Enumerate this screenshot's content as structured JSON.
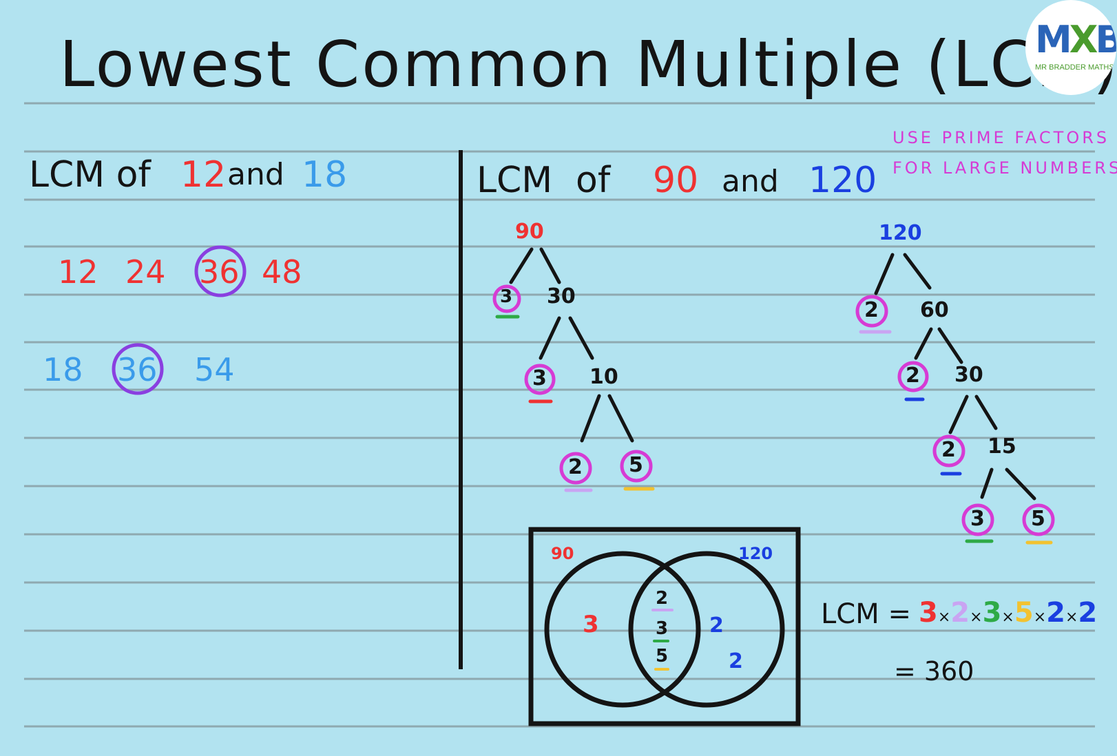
{
  "title": "Lowest Common Multiple (LCM)",
  "logo": {
    "mark_m": "M",
    "mark_x": "X",
    "mark_b": "B",
    "subtitle": "MR BRADDER MATHS"
  },
  "left": {
    "heading": {
      "prefix": "LCM of",
      "a": "12",
      "mid": "and",
      "b": "18"
    },
    "multiples_a": [
      "12",
      "24",
      "36",
      "48"
    ],
    "multiples_b": [
      "18",
      "36",
      "54"
    ],
    "circled_common": "36"
  },
  "right": {
    "heading": {
      "prefix": "LCM",
      "of": "of",
      "a": "90",
      "mid": "and",
      "b": "120"
    },
    "note_line1": "USE PRIME FACTORS",
    "note_line2": "FOR LARGE NUMBERS",
    "tree_90": {
      "root": "90",
      "n1": "3",
      "n2": "30",
      "n3": "3",
      "n4": "10",
      "n5": "2",
      "n6": "5"
    },
    "tree_120": {
      "root": "120",
      "n1": "2",
      "n2": "60",
      "n3": "2",
      "n4": "30",
      "n5": "2",
      "n6": "15",
      "n7": "3",
      "n8": "5"
    },
    "venn": {
      "label_a": "90",
      "label_b": "120",
      "only_a": [
        "3"
      ],
      "both": [
        "2",
        "3",
        "5"
      ],
      "only_b": [
        "2",
        "2"
      ]
    },
    "equation": {
      "lhs": "LCM =",
      "factors": [
        "3",
        "2",
        "3",
        "5",
        "2",
        "2"
      ],
      "times": "×",
      "result": "= 360"
    }
  },
  "colors": {
    "background": "#b2e3f0",
    "ink": "#141414",
    "red": "#ef3232",
    "blue": "#3a9bea",
    "dark_blue": "#1a3fe0",
    "circle_pink": "#d63bd4",
    "circle_purple": "#8a3fe0",
    "green": "#2eaa46",
    "lilac": "#c9a4f2",
    "yellow": "#f2c230"
  }
}
